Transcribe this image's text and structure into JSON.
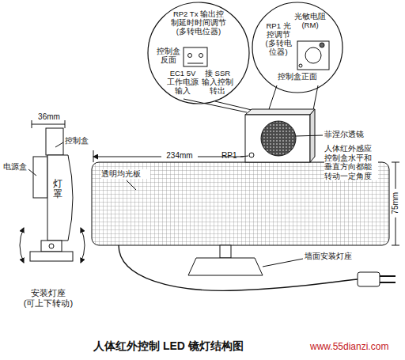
{
  "diagram": {
    "caption": "人体红外控制 LED 镜灯结构图",
    "nodes": [
      {
        "text": [
          "RP2 Tx 输出控制延时时间调节(多转电位器)",
          "控制盒反面",
          "EC1 5V 工作电源输入",
          "接 SSR 输入控制转出"
        ]
      },
      {
        "text": [
          "光敏电阻 (RM)",
          "RP1 光控调节(多转电位器)",
          "控制盒正面"
        ]
      }
    ],
    "labels": [
      "36mm",
      "控制盒",
      "234mm",
      "电源盒",
      "RP1",
      "菲涅尔透镜",
      "人体红外感应控制盒水平和垂直方向都能转动一定角度",
      "灯罩",
      "透明均光板",
      "75mm",
      "墙面安装灯座",
      "安装灯座 (可上下转动)",
      "www.55dianzi.com"
    ]
  }
}
